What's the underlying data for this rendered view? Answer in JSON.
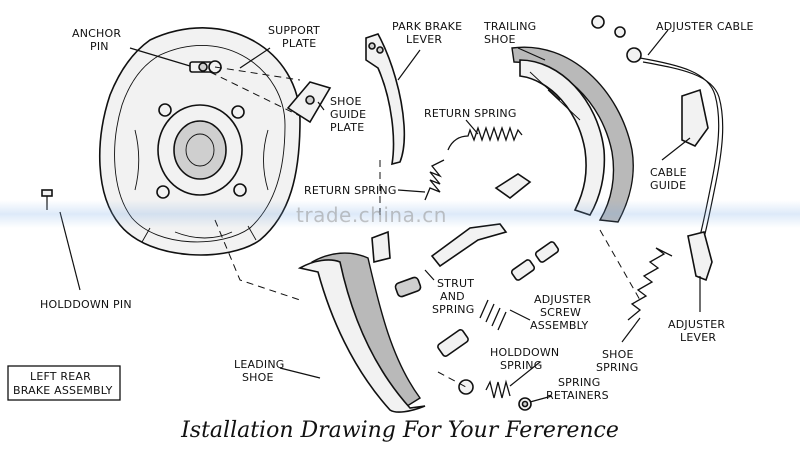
{
  "labels": {
    "anchor_pin": [
      "ANCHOR",
      "PIN"
    ],
    "support_plate": [
      "SUPPORT",
      "PLATE"
    ],
    "park_brake_lever": [
      "PARK BRAKE",
      "LEVER"
    ],
    "trailing_shoe": [
      "TRAILING",
      "SHOE"
    ],
    "adjuster_cable": [
      "ADJUSTER CABLE"
    ],
    "shoe_guide_plate": [
      "SHOE",
      "GUIDE",
      "PLATE"
    ],
    "return_spring_top": [
      "RETURN SPRING"
    ],
    "cable_guide": [
      "CABLE",
      "GUIDE"
    ],
    "return_spring_mid": [
      "RETURN SPRING"
    ],
    "holddown_pin": [
      "HOLDDOWN PIN"
    ],
    "strut_and_spring": [
      "STRUT",
      "AND",
      "SPRING"
    ],
    "adjuster_screw_assembly": [
      "ADJUSTER",
      "SCREW",
      "ASSEMBLY"
    ],
    "adjuster_lever": [
      "ADJUSTER",
      "LEVER"
    ],
    "left_rear_brake_assembly": [
      "LEFT REAR",
      "BRAKE ASSEMBLY"
    ],
    "leading_shoe": [
      "LEADING",
      "SHOE"
    ],
    "holddown_spring": [
      "HOLDDOWN",
      "SPRING"
    ],
    "shoe_spring": [
      "SHOE",
      "SPRING"
    ],
    "spring_retainers": [
      "SPRING",
      "RETAINERS"
    ]
  },
  "watermark": "trade.china.cn",
  "caption": "Istallation Drawing For Your Fererence"
}
